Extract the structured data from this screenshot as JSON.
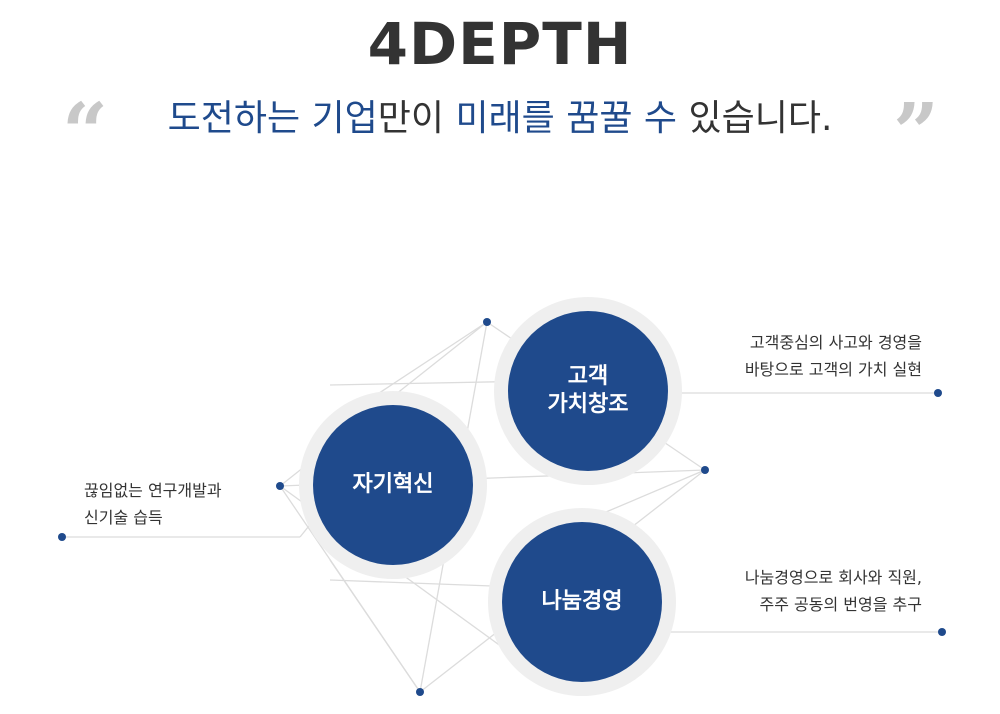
{
  "header": {
    "title": "4DEPTH",
    "quote_open": "“",
    "quote_close": "”"
  },
  "slogan": {
    "part1": "도전하는 기업",
    "part2": "만이 ",
    "part3": "미래를 꿈꿀 수",
    "part4": " 있습니다."
  },
  "circles": [
    {
      "id": "customer",
      "line1": "고객",
      "line2": "가치창조"
    },
    {
      "id": "innovation",
      "line1": "자기혁신"
    },
    {
      "id": "sharing",
      "line1": "나눔경영"
    }
  ],
  "descriptions": {
    "customer": [
      "고객중심의 사고와 경영을",
      "바탕으로 고객의 가치 실현"
    ],
    "innovation": [
      "끊임없는 연구개발과",
      "신기술 습득"
    ],
    "sharing": [
      "나눔경영으로 회사와 직원,",
      "주주 공동의 번영을 추구"
    ]
  },
  "colors": {
    "circle_fill": "#1f4a8c",
    "circle_ring": "#efefef",
    "dot": "#1f4a8c",
    "line": "#d9d9d9",
    "highlight_text": "#1f4a8c"
  }
}
